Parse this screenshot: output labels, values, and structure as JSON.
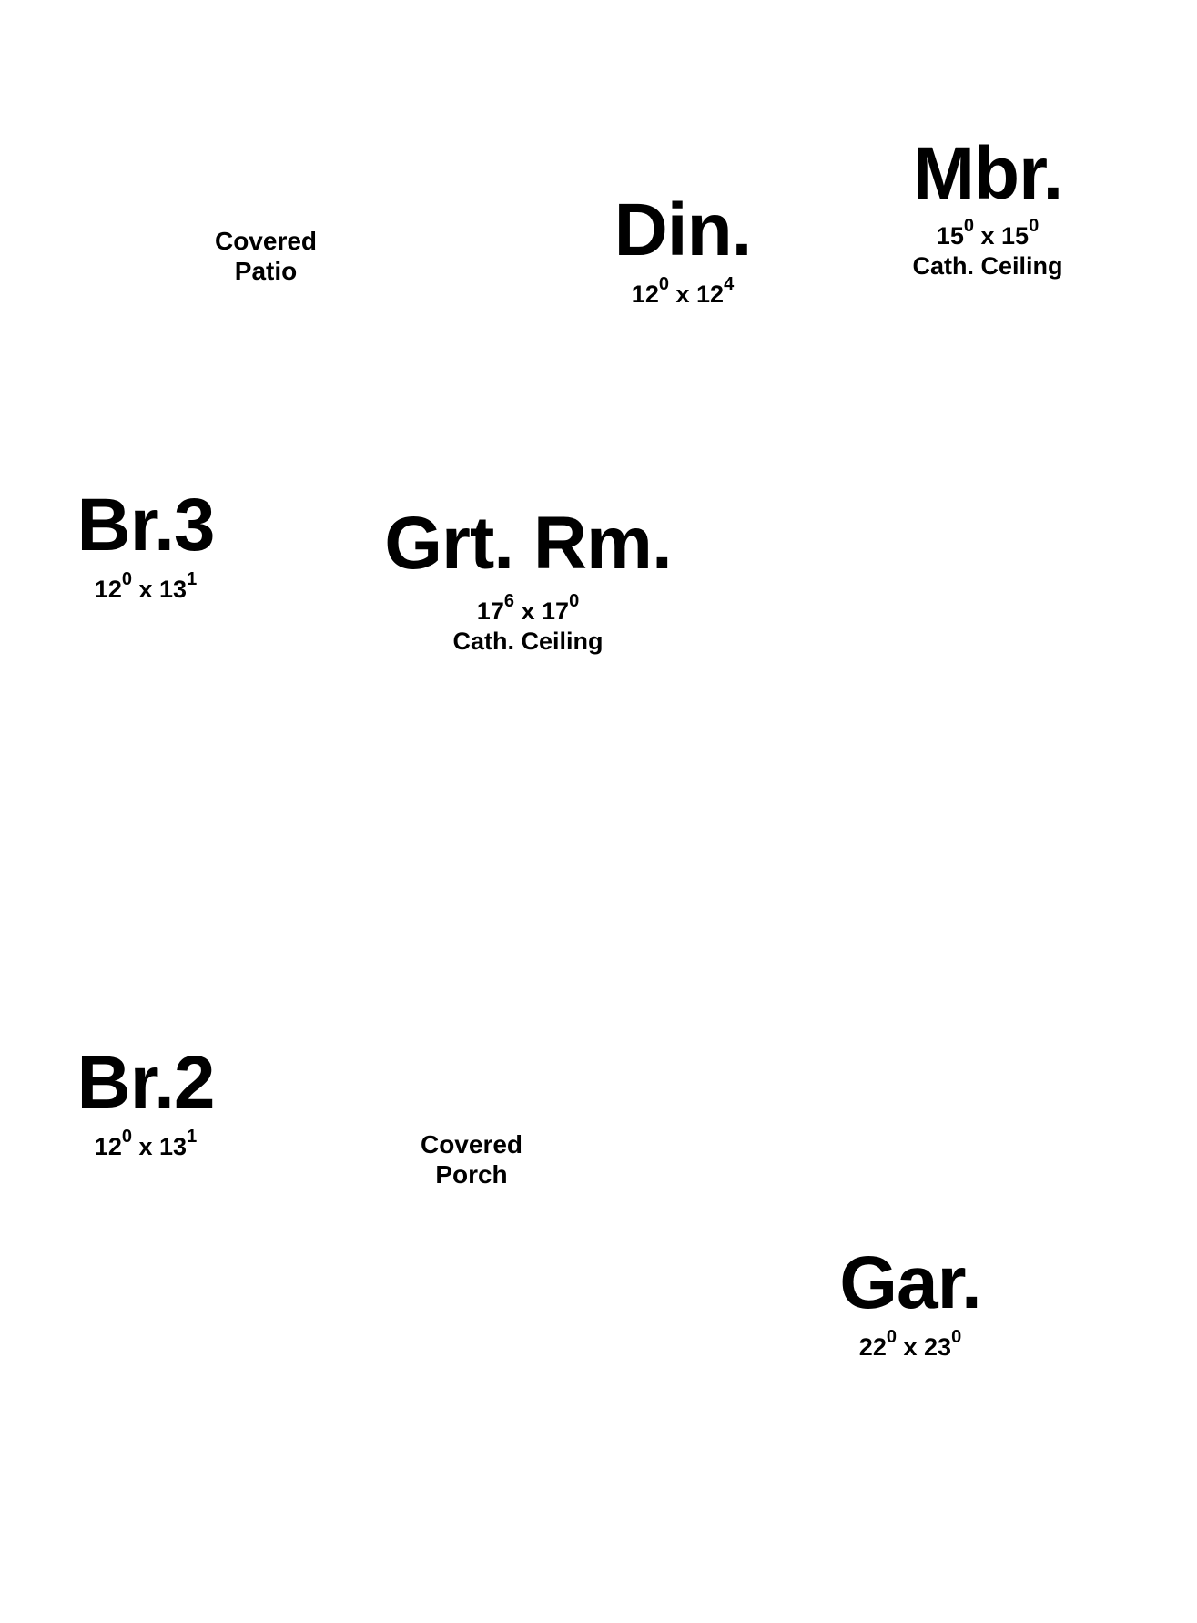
{
  "plan": {
    "covered_patio": {
      "line1": "Covered",
      "line2": "Patio"
    },
    "covered_porch": {
      "line1": "Covered",
      "line2": "Porch"
    },
    "rooms": {
      "din": {
        "name": "Din.",
        "w": "12",
        "w_sup": "0",
        "x": "x",
        "h": "12",
        "h_sup": "4"
      },
      "mbr": {
        "name": "Mbr.",
        "w": "15",
        "w_sup": "0",
        "x": "x",
        "h": "15",
        "h_sup": "0",
        "note": "Cath. Ceiling"
      },
      "br3": {
        "name": "Br.3",
        "w": "12",
        "w_sup": "0",
        "x": "x",
        "h": "13",
        "h_sup": "1"
      },
      "grt": {
        "name": "Grt. Rm.",
        "w": "17",
        "w_sup": "6",
        "x": "x",
        "h": "17",
        "h_sup": "0",
        "note": "Cath. Ceiling"
      },
      "br2": {
        "name": "Br.2",
        "w": "12",
        "w_sup": "0",
        "x": "x",
        "h": "13",
        "h_sup": "1"
      },
      "gar": {
        "name": "Gar.",
        "w": "22",
        "w_sup": "0",
        "x": "x",
        "h": "23",
        "h_sup": "0"
      }
    }
  }
}
